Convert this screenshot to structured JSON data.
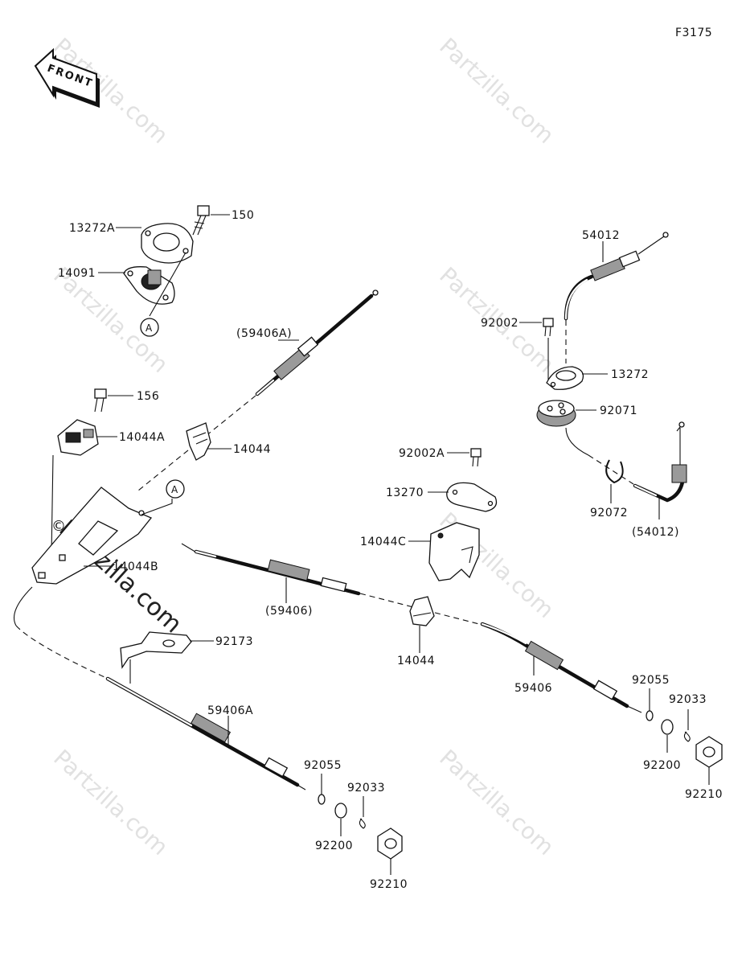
{
  "diagram_code": "F3175",
  "front_label": "FRONT",
  "watermark": "Partzilla.com",
  "watermark_symbol": "©",
  "ref_circle": "A",
  "parts": {
    "p13272A": "13272A",
    "p150": "150",
    "p14091": "14091",
    "p59406A_paren": "(59406A)",
    "p156": "156",
    "p14044A": "14044A",
    "p14044_top": "14044",
    "p14044B": "14044B",
    "p92173": "92173",
    "p59406A": "59406A",
    "p92055_left": "92055",
    "p92033_left": "92033",
    "p92200_left": "92200",
    "p92210_left": "92210",
    "p59406_paren": "(59406)",
    "p14044_mid": "14044",
    "p92002A": "92002A",
    "p13270": "13270",
    "p14044C": "14044C",
    "p54012": "54012",
    "p92002": "92002",
    "p13272": "13272",
    "p92071": "92071",
    "p92072": "92072",
    "p54012_paren": "(54012)",
    "p59406": "59406",
    "p92055_right": "92055",
    "p92033_right": "92033",
    "p92200_right": "92200",
    "p92210_right": "92210"
  }
}
